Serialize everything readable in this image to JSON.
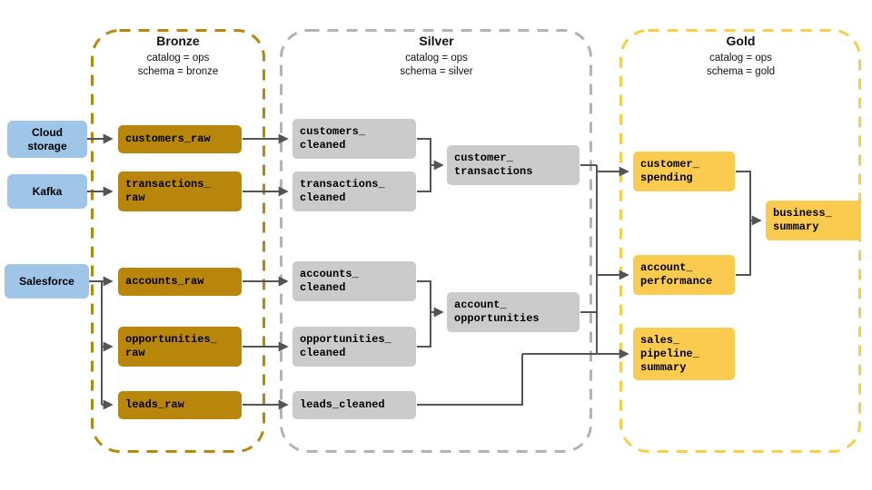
{
  "zones": {
    "bronze": {
      "title": "Bronze",
      "catalog": "catalog = ops",
      "schema": "schema = bronze"
    },
    "silver": {
      "title": "Silver",
      "catalog": "catalog = ops",
      "schema": "schema = silver"
    },
    "gold": {
      "title": "Gold",
      "catalog": "catalog = ops",
      "schema": "schema = gold"
    }
  },
  "sources": [
    {
      "label": "Cloud\nstorage"
    },
    {
      "label": "Kafka"
    },
    {
      "label": "Salesforce"
    }
  ],
  "nodes": {
    "bronze": [
      {
        "label": "customers_raw"
      },
      {
        "label": "transactions_\nraw"
      },
      {
        "label": "accounts_raw"
      },
      {
        "label": "opportunities_\nraw"
      },
      {
        "label": "leads_raw"
      }
    ],
    "silver": [
      {
        "label": "customers_\ncleaned"
      },
      {
        "label": "transactions_\ncleaned"
      },
      {
        "label": "customer_\ntransactions"
      },
      {
        "label": "accounts_\ncleaned"
      },
      {
        "label": "opportunities_\ncleaned"
      },
      {
        "label": "account_\nopportunities"
      },
      {
        "label": "leads_cleaned"
      }
    ],
    "gold": [
      {
        "label": "customer_\nspending"
      },
      {
        "label": "business_\nsummary"
      },
      {
        "label": "account_\nperformance"
      },
      {
        "label": "sales_\npipeline_\nsummary"
      }
    ]
  },
  "colors": {
    "bronze_fill": "#B8860B",
    "bronze_border": "#B8860B",
    "silver_fill": "#CBCBCB",
    "silver_border": "#B3B3B3",
    "gold_fill": "#FACB4F",
    "gold_border": "#F8CE46",
    "source_fill": "#9FC5E8",
    "connector": "#545454",
    "text": "#000000"
  }
}
